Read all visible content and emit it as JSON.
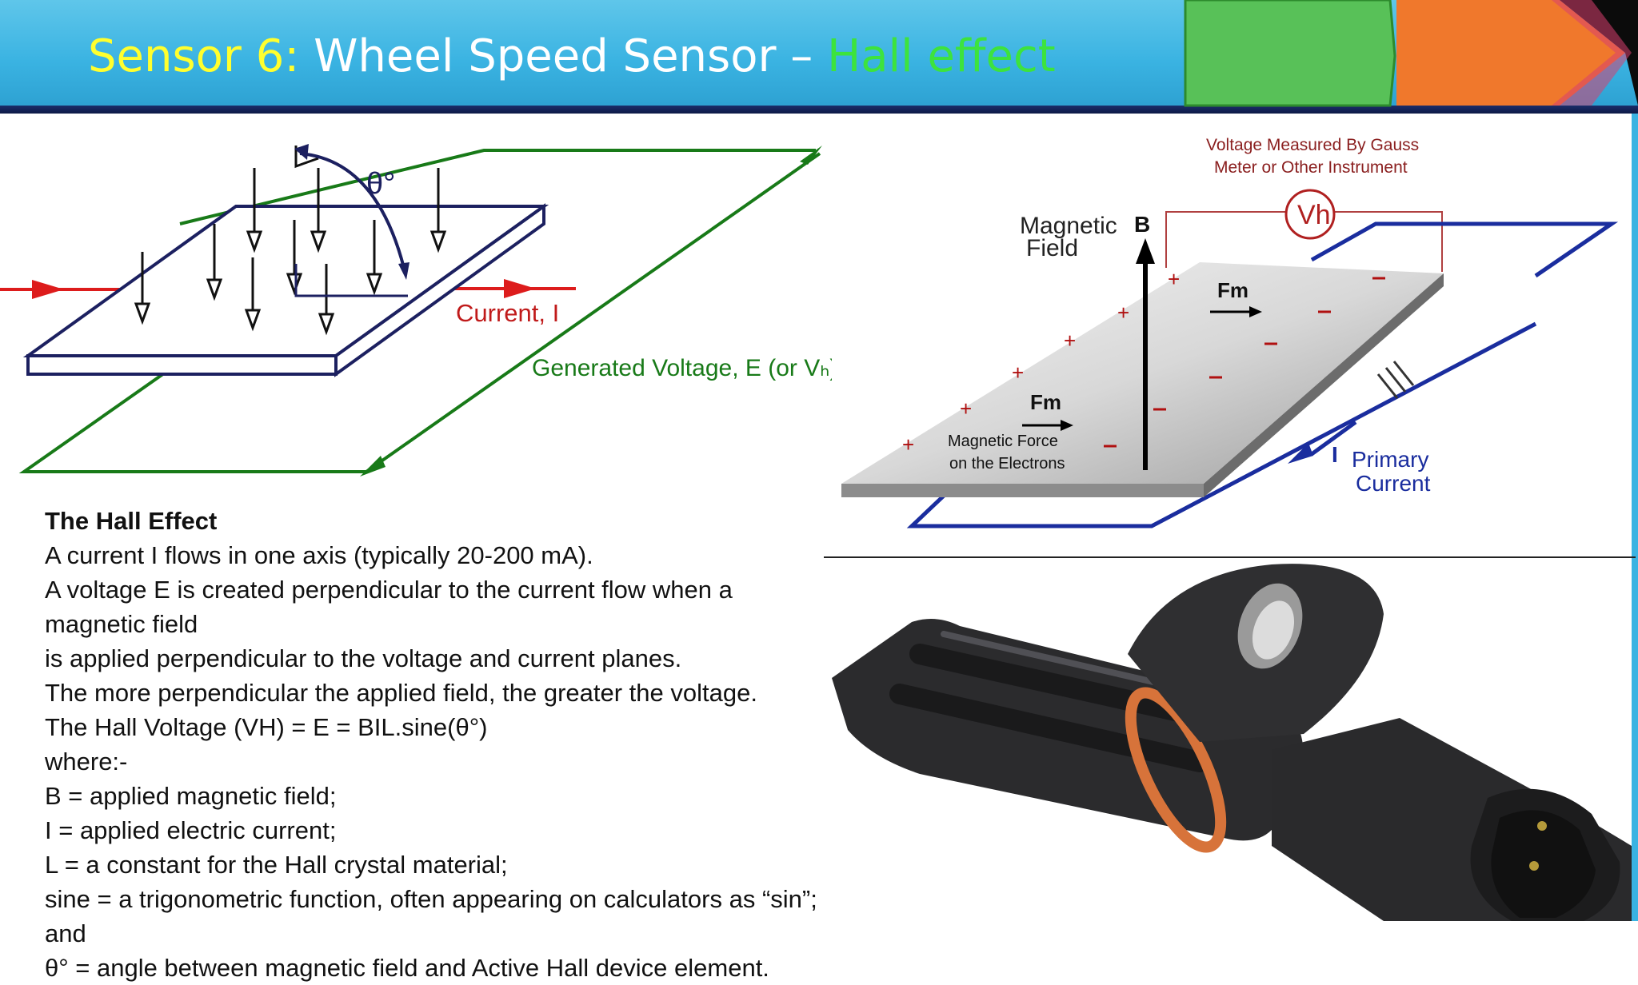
{
  "header": {
    "title_prefix": "Sensor 6:",
    "title_main": "Wheel Speed Sensor –",
    "title_highlight": "Hall effect"
  },
  "hall_diagram": {
    "angle_label": "θ°",
    "current_label": "Current, I",
    "voltage_label": "Generated Voltage, E (or Vₕ)"
  },
  "gauss_diagram": {
    "measure_label_line1": "Voltage Measured By Gauss",
    "measure_label_line2": "Meter or Other Instrument",
    "vh_label": "Vh",
    "field_label_line1": "Magnetic",
    "field_label_line2": "Field",
    "field_symbol": "B",
    "force_symbol_top": "Fm",
    "force_symbol_bottom": "Fm",
    "force_label_line1": "Magnetic Force",
    "force_label_line2": "on the Electrons",
    "current_symbol": "I",
    "current_label_line1": "Primary",
    "current_label_line2": "Current"
  },
  "hall_effect_text": {
    "heading": "The Hall Effect",
    "lines": [
      "A current I flows in one axis (typically 20-200 mA).",
      "A voltage E is created perpendicular to the current flow when a magnetic field",
      "is applied perpendicular to the voltage and current planes.",
      "The more perpendicular the applied field, the greater the voltage.",
      "The Hall Voltage (VH) = E = BIL.sine(θ°)",
      "where:-",
      "B = applied magnetic field;",
      "I = applied electric current;",
      "L = a constant for the Hall crystal material;",
      "sine = a trigonometric function, often appearing on calculators as “sin”; and",
      "θ° = angle between magnetic field and Active Hall device element."
    ]
  },
  "colors": {
    "header_blue": "#3ab3e2",
    "title_yellow": "#ffff2e",
    "title_green": "#3de33d",
    "arrow_green": "#58c158",
    "arrow_orange": "#f0782c"
  }
}
